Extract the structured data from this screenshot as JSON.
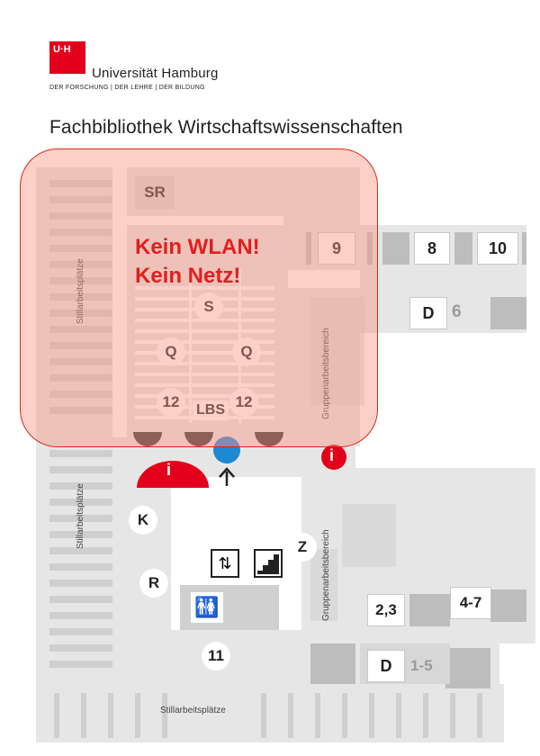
{
  "header": {
    "logo_text": "U·H",
    "university": "Universität Hamburg",
    "motto": "DER FORSCHUNG | DER LEHRE | DER BILDUNG",
    "title": "Fachbibliothek Wirtschaftswissenschaften"
  },
  "warning": {
    "line1": "Kein WLAN!",
    "line2": "Kein Netz!"
  },
  "rooms": {
    "sr": "SR",
    "s": "S",
    "q_left": "Q",
    "q_right": "Q",
    "r12_left": "12",
    "r12_right": "12",
    "lbs": "LBS",
    "r9": "9",
    "r8": "8",
    "r10": "10",
    "d_upper": "D",
    "d_upper_num": "6",
    "k": "K",
    "r": "R",
    "z": "Z",
    "r11": "11",
    "r23": "2,3",
    "r47": "4-7",
    "d_lower": "D",
    "d_lower_num": "1-5"
  },
  "areas": {
    "still_top": "Stillarbeitsplätze",
    "still_mid": "Stillarbeitsplätze",
    "still_bottom": "Stillarbeitsplätze",
    "group_top": "Gruppenarbeitsbereich",
    "group_bottom": "Gruppenarbeitsbereich"
  },
  "colors": {
    "accent_red": "#e2001a",
    "location_blue": "#1e88d2",
    "overlay_fill": "#f89682",
    "overlay_border": "#d8281a"
  },
  "icons": {
    "info": "info-icon",
    "location": "you-are-here-marker",
    "elevator": "elevator-icon",
    "stairs": "stairs-icon",
    "toilet": "toilet-icon",
    "arrow": "arrow-up-icon"
  }
}
